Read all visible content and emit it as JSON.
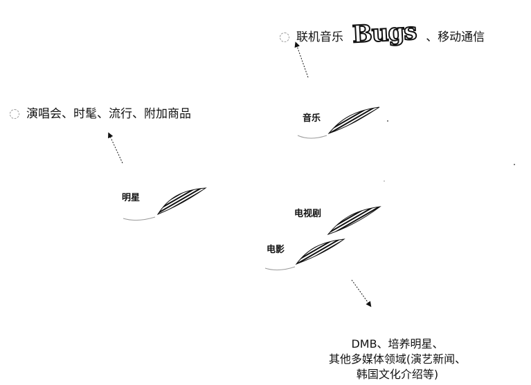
{
  "top_right": {
    "label_before": "联机音乐",
    "logo_text": "Bugs",
    "label_after": "、移动通信"
  },
  "left": {
    "label": "演唱会、时髦、流行、附加商品"
  },
  "nodes": {
    "music": "音乐",
    "star": "明星",
    "tv_drama": "电视剧",
    "movie": "电影"
  },
  "bottom": {
    "line1": "DMB、培养明星、",
    "line2": "其他多媒体领域(演艺新闻、",
    "line3": "韩国文化介绍等)"
  }
}
